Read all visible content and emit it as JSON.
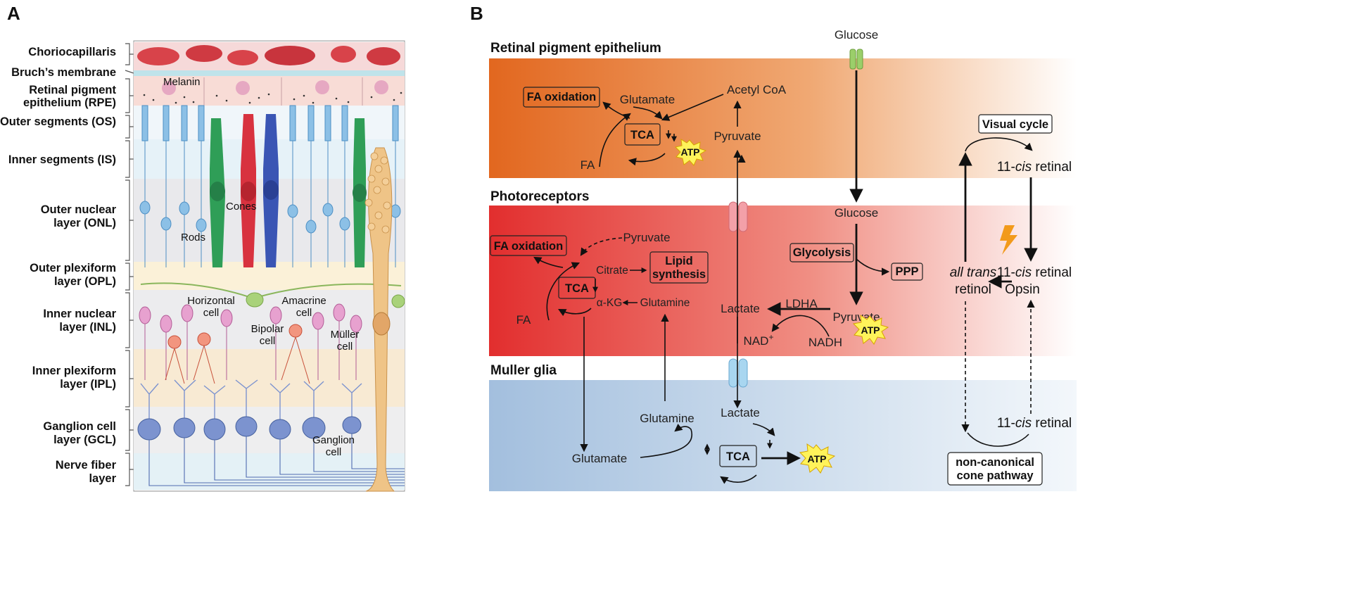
{
  "panel_a": {
    "letter": "A",
    "layers": [
      {
        "name": "Choriocapillaris"
      },
      {
        "name": "Bruch’s membrane"
      },
      {
        "name": "Retinal pigment",
        "name2": "epithelium (RPE)"
      },
      {
        "name": "Outer segments (OS)"
      },
      {
        "name": "Inner segments (IS)"
      },
      {
        "name": "Outer nuclear",
        "name2": "layer (ONL)"
      },
      {
        "name": "Outer plexiform",
        "name2": "layer (OPL)"
      },
      {
        "name": "Inner nuclear",
        "name2": "layer (INL)"
      },
      {
        "name": "Inner plexiform",
        "name2": "layer (IPL)"
      },
      {
        "name": "Ganglion cell",
        "name2": "layer (GCL)"
      },
      {
        "name": "Nerve fiber",
        "name2": "layer"
      }
    ],
    "cell_labels": {
      "melanin": "Melanin",
      "cones": "Cones",
      "rods": "Rods",
      "horizontal": "Horizontal",
      "horizontal2": "cell",
      "amacrine": "Amacrine",
      "amacrine2": "cell",
      "bipolar": "Bipolar",
      "bipolar2": "cell",
      "muller": "Müller",
      "muller2": "cell",
      "ganglion": "Ganglion",
      "ganglion2": "cell"
    },
    "colors": {
      "cone_green": "#2f9e57",
      "cone_red": "#d8323f",
      "cone_blue": "#3a55b4",
      "rod": "#6eaee0",
      "muller": "#eab97a",
      "bipolar": "#d97ab8",
      "ganglion": "#6f88c9"
    }
  },
  "panel_b": {
    "letter": "B",
    "bands": {
      "rpe": {
        "title": "Retinal pigment epithelium",
        "color": "#e66e22"
      },
      "photoreceptors": {
        "title": "Photoreceptors",
        "color": "#e03333"
      },
      "muller": {
        "title": "Muller glia",
        "color": "#a8c3e0"
      }
    },
    "rpe": {
      "glucose_top": "Glucose",
      "acetyl_coa": "Acetyl CoA",
      "pyruvate": "Pyruvate",
      "glutamate": "Glutamate",
      "fa_oxidation": "FA oxidation",
      "tca": "TCA",
      "fa": "FA",
      "atp": "ATP"
    },
    "photoreceptors": {
      "glucose": "Glucose",
      "pyruvate_dotted": "Pyruvate",
      "fa_oxidation": "FA oxidation",
      "citrate": "Citrate",
      "lipid_synthesis_1": "Lipid",
      "lipid_synthesis_2": "synthesis",
      "tca": "TCA",
      "akg": "α-KG",
      "glutamine": "Glutamine",
      "fa": "FA",
      "glycolysis": "Glycolysis",
      "ppp": "PPP",
      "lactate": "Lactate",
      "ldha": "LDHA",
      "pyruvate": "Pyruvate",
      "nad": "NAD",
      "nad_sup": "+",
      "nadh": "NADH",
      "atp": "ATP"
    },
    "muller": {
      "lactate": "Lactate",
      "glutamine": "Glutamine",
      "glutamate": "Glutamate",
      "tca": "TCA",
      "atp": "ATP"
    },
    "visual_cycle": {
      "title": "Visual cycle",
      "eleven_prefix": "11-",
      "cis": "cis",
      "retinal": " retinal",
      "all_trans": "all trans",
      "retinol": "retinol",
      "opsin": "Opsin",
      "noncanonical_1": "non-canonical",
      "noncanonical_2": "cone pathway"
    }
  }
}
